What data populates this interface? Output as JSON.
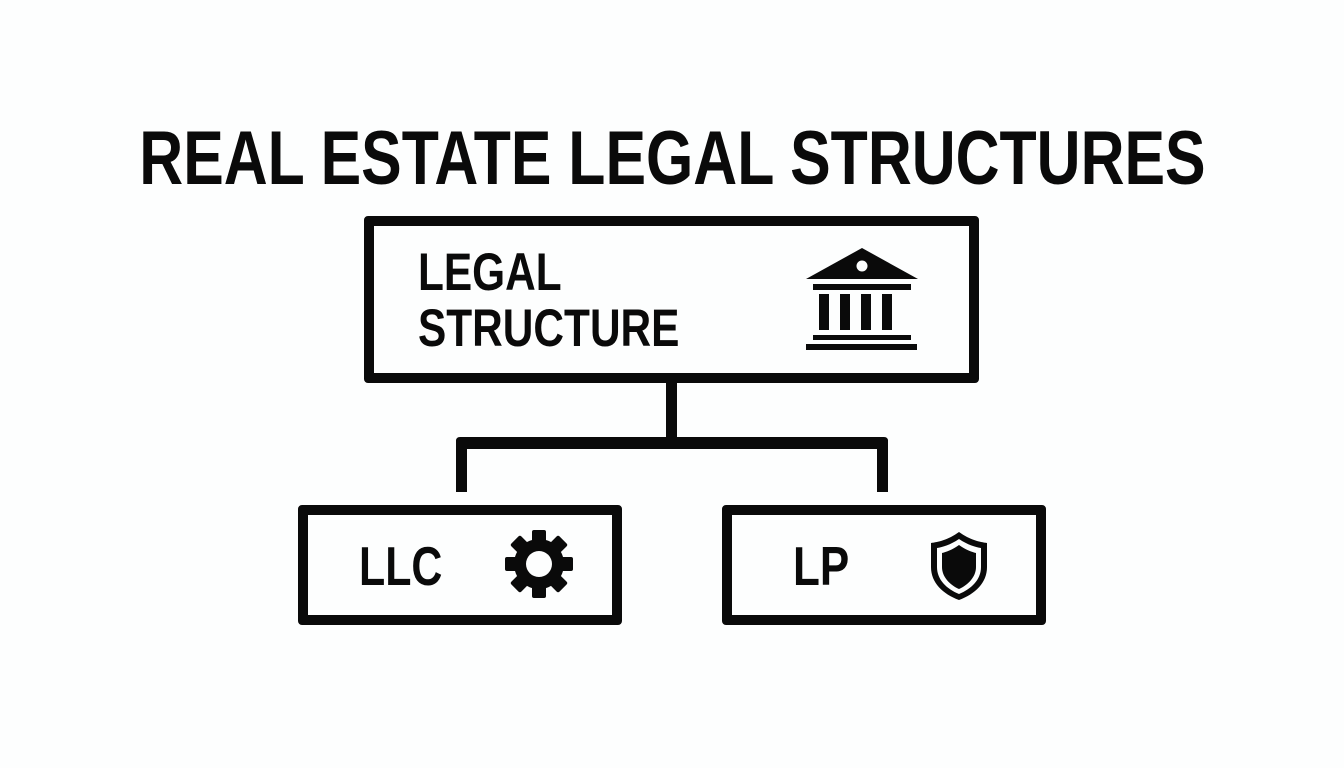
{
  "title": "REAL ESTATE LEGAL STRUCTURES",
  "colors": {
    "background": "#fdfefe",
    "ink": "#0a0a0a"
  },
  "root": {
    "label_line1": "LEGAL",
    "label_line2": "STRUCTURE",
    "icon": "bank-building-icon"
  },
  "children": [
    {
      "label": "LLC",
      "icon": "gear-icon"
    },
    {
      "label": "LP",
      "icon": "shield-icon"
    }
  ]
}
